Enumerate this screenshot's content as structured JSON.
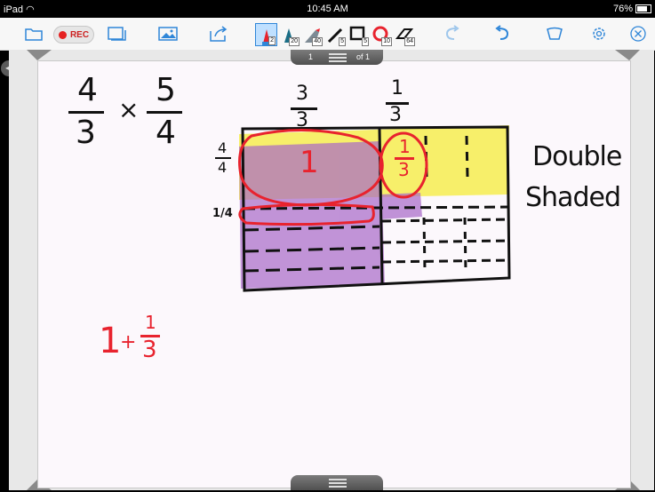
{
  "status_bar": {
    "device": "iPad",
    "time": "10:45 AM",
    "battery": "76%"
  },
  "toolbar": {
    "rec_label": "REC",
    "pens": [
      {
        "icon": "red-marker-icon",
        "size": "2"
      },
      {
        "icon": "teal-marker-icon",
        "size": "20"
      },
      {
        "icon": "highlighter-icon",
        "size": "40"
      },
      {
        "icon": "pencil-icon",
        "size": "5"
      },
      {
        "icon": "rectangle-tool-icon",
        "size": "5"
      },
      {
        "icon": "circle-tool-icon",
        "size": "10"
      },
      {
        "icon": "eraser-icon",
        "size": "64"
      }
    ]
  },
  "pager": {
    "current": "1",
    "total": "of 1"
  },
  "whiteboard": {
    "problem": {
      "a_num": "4",
      "a_den": "3",
      "op": "×",
      "b_num": "5",
      "b_den": "4"
    },
    "top_label_left": {
      "num": "3",
      "den": "3"
    },
    "top_label_right": {
      "num": "1",
      "den": "3"
    },
    "side_label": {
      "num": "4",
      "den": "4"
    },
    "side_label_2": "1/4",
    "cell_whole": "1",
    "cell_third": {
      "num": "1",
      "den": "3"
    },
    "note_line1": "Double",
    "note_line2": "Shaded",
    "answer": {
      "whole": "1",
      "plus": "+",
      "num": "1",
      "den": "3"
    }
  },
  "colors": {
    "ink_black": "#111111",
    "ink_red": "#e8232e",
    "highlight_yellow": "#f5ec3a",
    "highlight_purple": "#a868c8",
    "accent_blue": "#2f86d8"
  }
}
